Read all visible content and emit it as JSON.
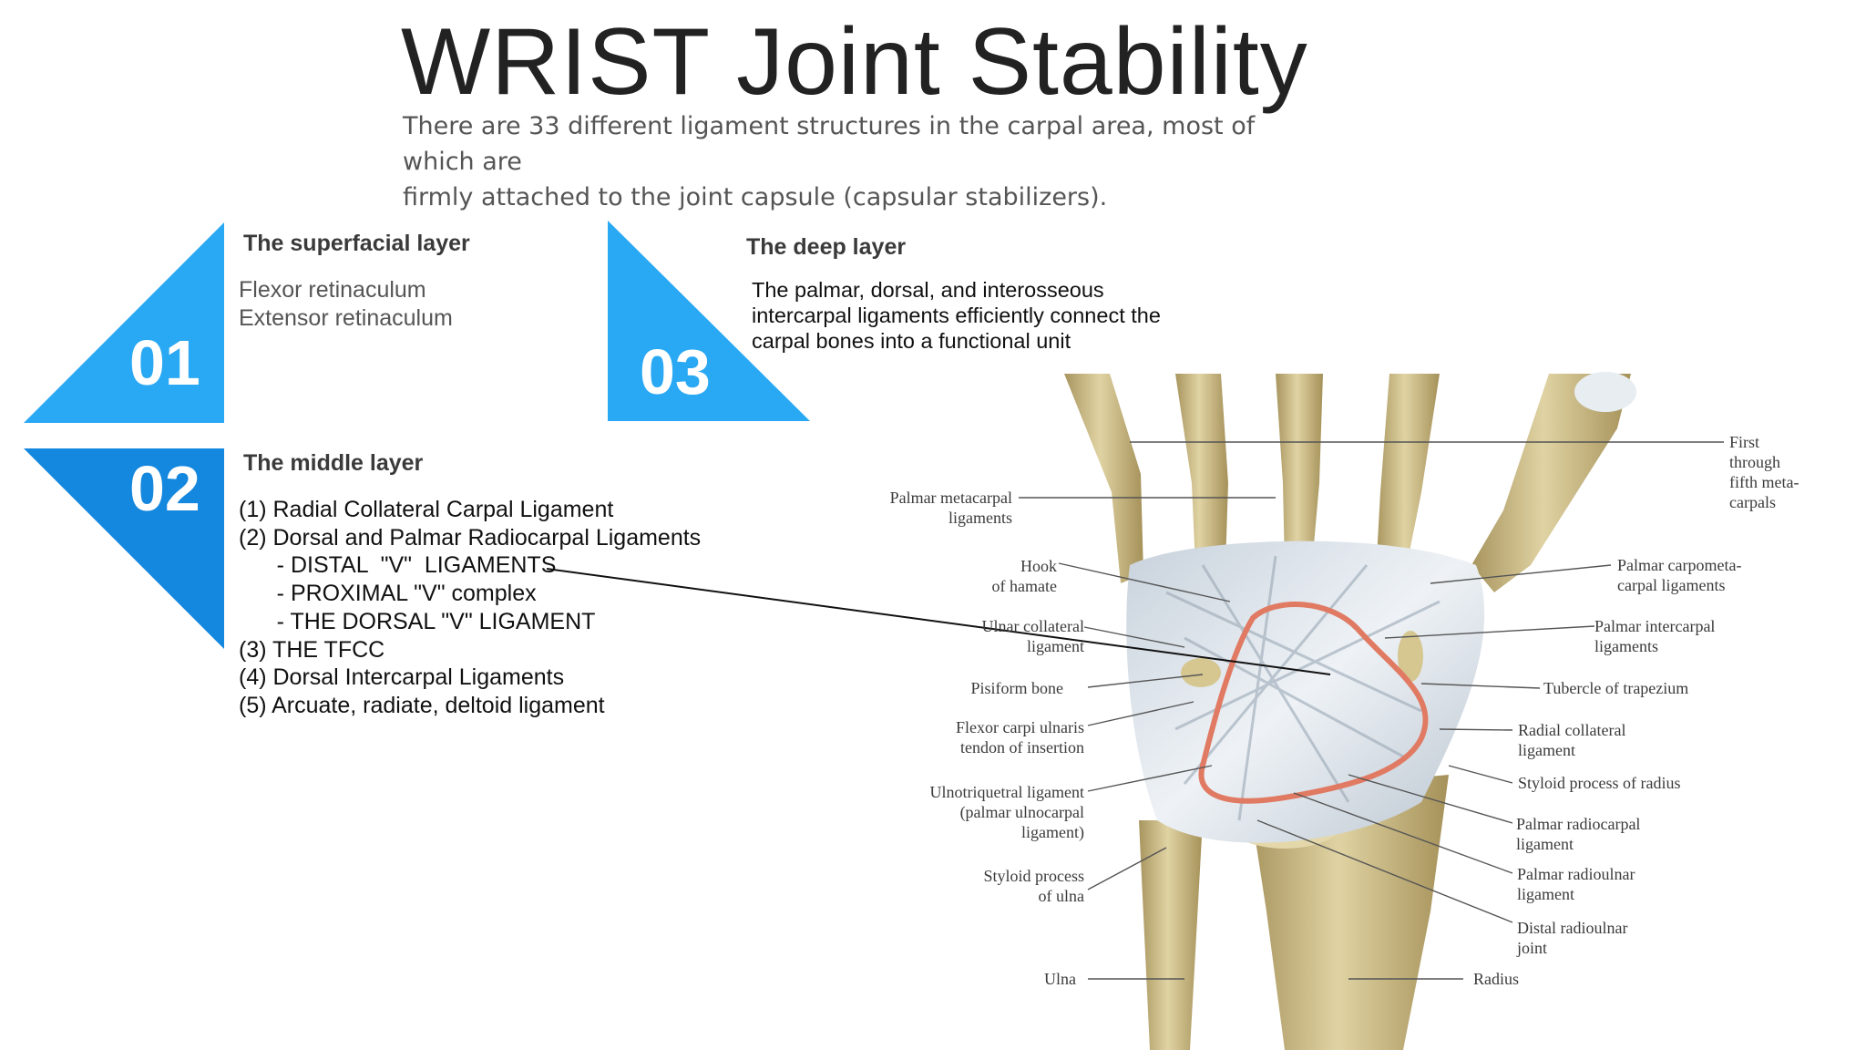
{
  "header": {
    "title": "WRIST Joint Stability",
    "subtitle_line1": "There are 33 different ligament structures in the carpal area, most of which are",
    "subtitle_line2": "firmly attached to the joint capsule (capsular stabilizers)."
  },
  "colors": {
    "light_blue": "#29a8f4",
    "dark_blue": "#1487de",
    "highlight_outline": "#e07a63"
  },
  "layers": [
    {
      "number": "01",
      "heading": "The superfacial layer",
      "lines": [
        "Flexor retinaculum",
        "Extensor retinaculum"
      ]
    },
    {
      "number": "02",
      "heading": "The middle layer",
      "lines": [
        "(1) Radial Collateral Carpal Ligament",
        "(2) Dorsal and Palmar Radiocarpal Ligaments",
        "      - DISTAL  \"V\"  LIGAMENTS",
        "      - PROXIMAL \"V\" complex",
        "      - THE DORSAL \"V\" LIGAMENT",
        "(3) THE TFCC",
        "(4) Dorsal Intercarpal Ligaments",
        "(5) Arcuate, radiate, deltoid ligament"
      ]
    },
    {
      "number": "03",
      "heading": "The deep layer",
      "lines": [
        "The palmar, dorsal, and interosseous",
        "intercarpal ligaments efficiently connect the",
        "carpal bones into a functional unit"
      ]
    }
  ],
  "anatomy_labels": {
    "left": [
      [
        "Palmar metacarpal",
        "ligaments"
      ],
      [
        "Hook",
        "of hamate"
      ],
      [
        "Ulnar collateral",
        "ligament"
      ],
      [
        "Pisiform bone"
      ],
      [
        "Flexor carpi ulnaris",
        "tendon of insertion"
      ],
      [
        "Ulnotriquetral ligament",
        "(palmar ulnocarpal",
        "ligament)"
      ],
      [
        "Styloid process",
        "of ulna"
      ],
      [
        "Ulna"
      ]
    ],
    "right": [
      [
        "First",
        "through",
        "fifth meta-",
        "carpals"
      ],
      [
        "Palmar carpometa-",
        "carpal ligaments"
      ],
      [
        "Palmar intercarpal",
        "ligaments"
      ],
      [
        "Tubercle of trapezium"
      ],
      [
        "Radial collateral",
        "ligament"
      ],
      [
        "Styloid process of radius"
      ],
      [
        "Palmar radiocarpal",
        "ligament"
      ],
      [
        "Palmar radioulnar",
        "ligament"
      ],
      [
        "Distal radioulnar",
        "joint"
      ],
      [
        "Radius"
      ]
    ]
  }
}
